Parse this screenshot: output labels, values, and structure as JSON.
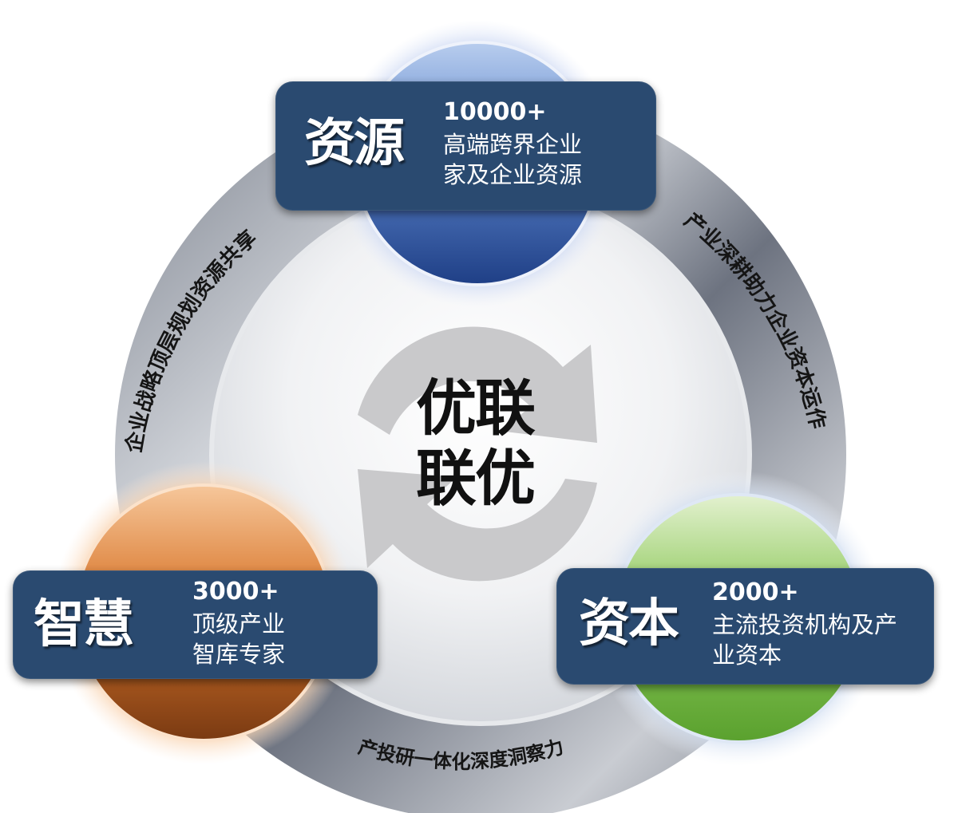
{
  "center": {
    "line1": "优联",
    "line2": "联优"
  },
  "ring_labels": {
    "left": "企业战略顶层规划资源共享",
    "right": "产业深耕助力企业资本运作",
    "bottom": "产投研一体化深度洞察力"
  },
  "nodes": {
    "resources": {
      "title": "资源",
      "number": "10000+",
      "desc_line1": "高端跨界企业",
      "desc_line2": "家及企业资源"
    },
    "wisdom": {
      "title": "智慧",
      "number": "3000+",
      "desc_line1": "顶级产业",
      "desc_line2": "智库专家"
    },
    "capital": {
      "title": "资本",
      "number": "2000+",
      "desc_line1": "主流投资机构及产",
      "desc_line2": "业资本"
    }
  },
  "colors": {
    "card": "#2a4a70",
    "blue_sphere": "#2f5aa8",
    "orange_sphere": "#e3782a",
    "green_sphere": "#6bb13a",
    "ring": "#8a8f99"
  }
}
